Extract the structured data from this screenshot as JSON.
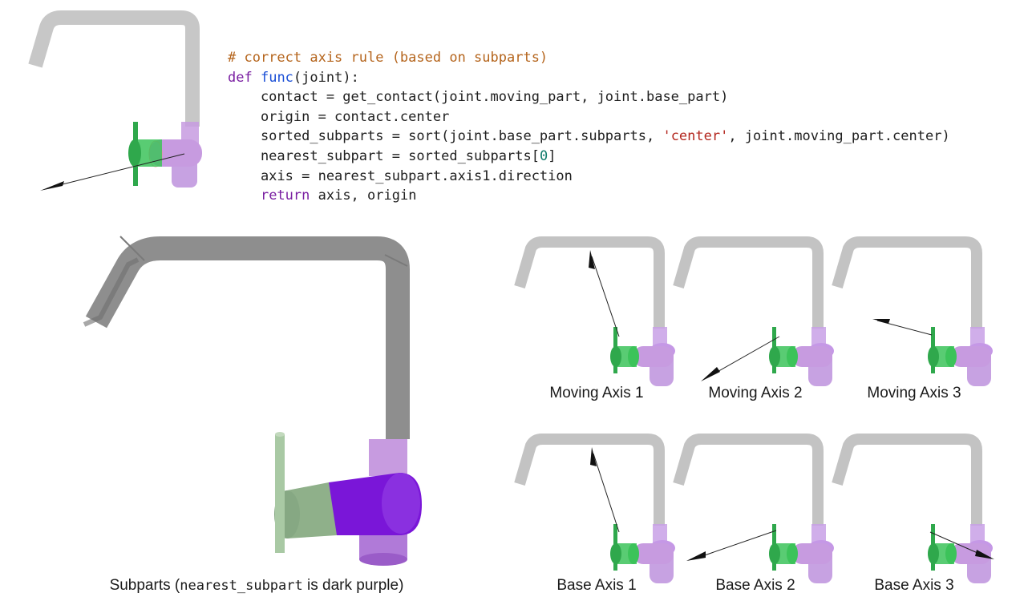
{
  "code": {
    "comment": "# correct axis rule (based on subparts)",
    "def_kw": "def",
    "func_name": "func",
    "signature_rest": "(joint):",
    "line_contact": "    contact = get_contact(joint.moving_part, joint.base_part)",
    "line_origin": "    origin = contact.center",
    "line_sorted_pre": "    sorted_subparts = sort(joint.base_part.subparts, ",
    "line_sorted_str": "'center'",
    "line_sorted_post": ", joint.moving_part.center)",
    "line_nearest_pre": "    nearest_subpart = sorted_subparts[",
    "line_nearest_num": "0",
    "line_nearest_post": "]",
    "line_axis": "    axis = nearest_subpart.axis1.direction",
    "return_kw": "return",
    "return_rest": " axis, origin"
  },
  "captions": {
    "main_pre": "Subparts (",
    "main_mono": "nearest_subpart",
    "main_post": " is dark purple)",
    "moving": [
      "Moving Axis 1",
      "Moving Axis 2",
      "Moving Axis 3"
    ],
    "base": [
      "Base Axis 1",
      "Base Axis 2",
      "Base Axis 3"
    ]
  },
  "colors": {
    "spout_gray": "#b8b8b8",
    "dark_gray": "#7a7a7a",
    "green": "#3cc35a",
    "light_purple": "#c79be0",
    "dark_purple": "#7a16d8",
    "sage": "#8fb08a"
  }
}
